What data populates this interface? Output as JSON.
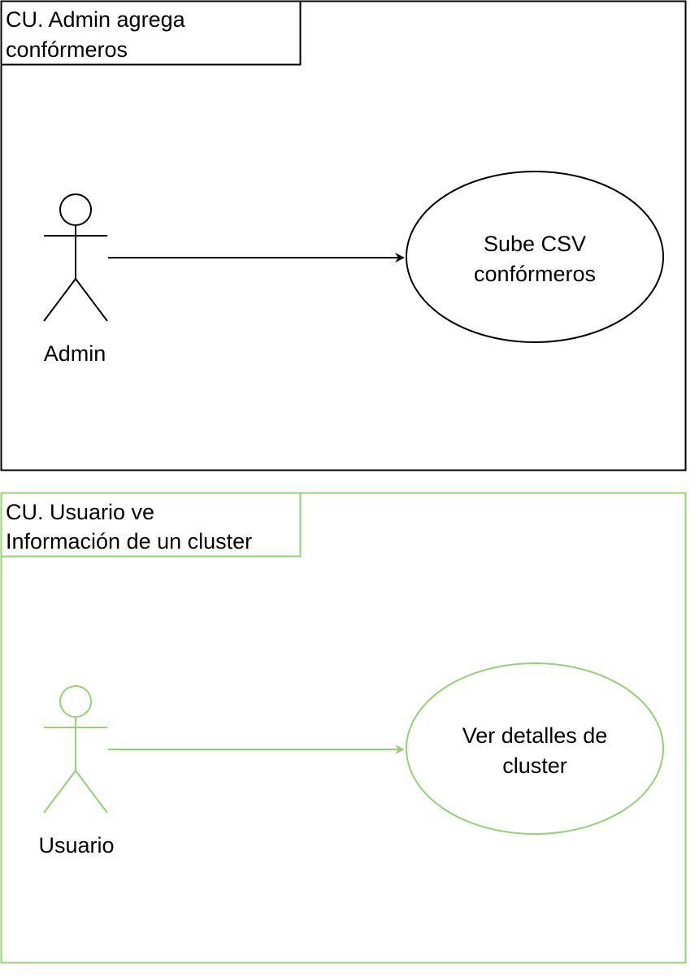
{
  "colors": {
    "background": "#ffffff",
    "diagram1_stroke": "#000000",
    "diagram2_stroke": "#97D077",
    "text": "#000000"
  },
  "diagrams": [
    {
      "frame_title_line1": "CU. Admin agrega",
      "frame_title_line2": "confórmeros",
      "actor_label": "Admin",
      "actor_icon": "stick-figure-icon",
      "usecase_line1": "Sube CSV",
      "usecase_line2": "confórmeros"
    },
    {
      "frame_title_line1": "CU. Usuario ve",
      "frame_title_line2": "Información de un cluster",
      "actor_label": "Usuario",
      "actor_icon": "stick-figure-icon",
      "usecase_line1": "Ver detalles de",
      "usecase_line2": "cluster"
    }
  ]
}
